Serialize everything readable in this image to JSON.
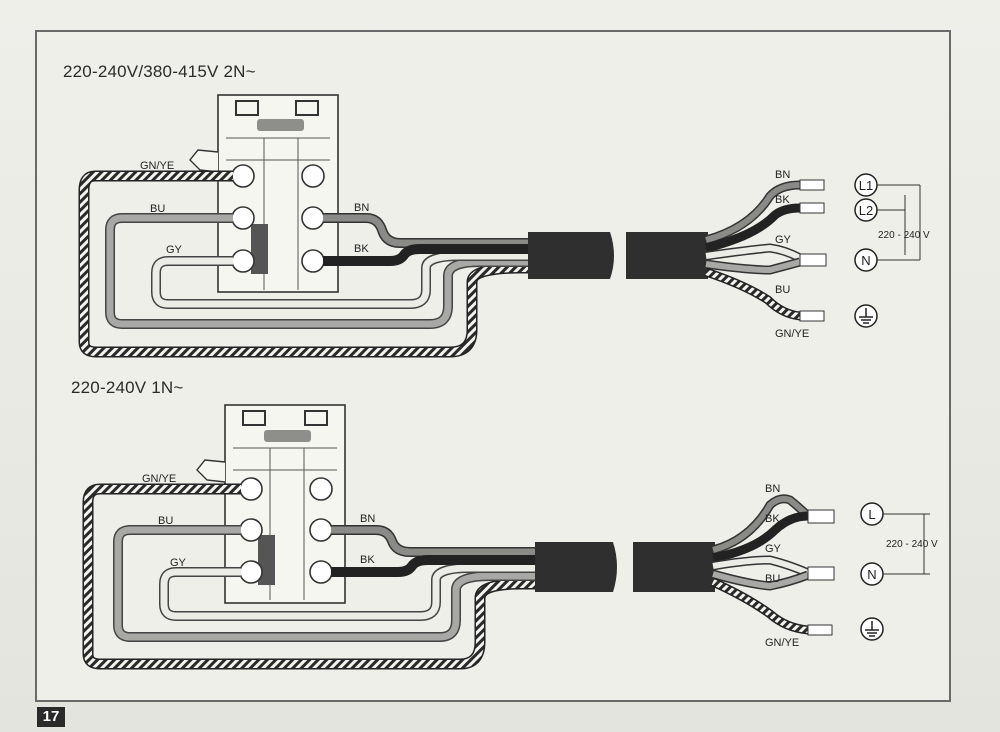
{
  "page_number": "17",
  "diagrams": [
    {
      "title": "220-240V/380-415V 2N~",
      "terminal_labels": [
        "GN/YE",
        "BU",
        "GY",
        "BN",
        "BK"
      ],
      "lead_labels": [
        "BN",
        "BK",
        "GY",
        "BU",
        "GN/YE"
      ],
      "supply_symbols": [
        "L1",
        "L2",
        "N"
      ],
      "earth_icon": "earth-ground-icon",
      "voltage_label": "220 - 240 V"
    },
    {
      "title": "220-240V 1N~",
      "terminal_labels": [
        "GN/YE",
        "BU",
        "GY",
        "BN",
        "BK"
      ],
      "lead_labels": [
        "BN",
        "BK",
        "GY",
        "BU",
        "GN/YE"
      ],
      "supply_symbols": [
        "L",
        "N"
      ],
      "earth_icon": "earth-ground-icon",
      "voltage_label": "220 - 240 V"
    }
  ],
  "colors": {
    "black_wire": "#2b2b2b",
    "grey_wire": "#a9a9a5",
    "brown_wire": "#8a8a86",
    "sheath": "#2f2f2f"
  }
}
